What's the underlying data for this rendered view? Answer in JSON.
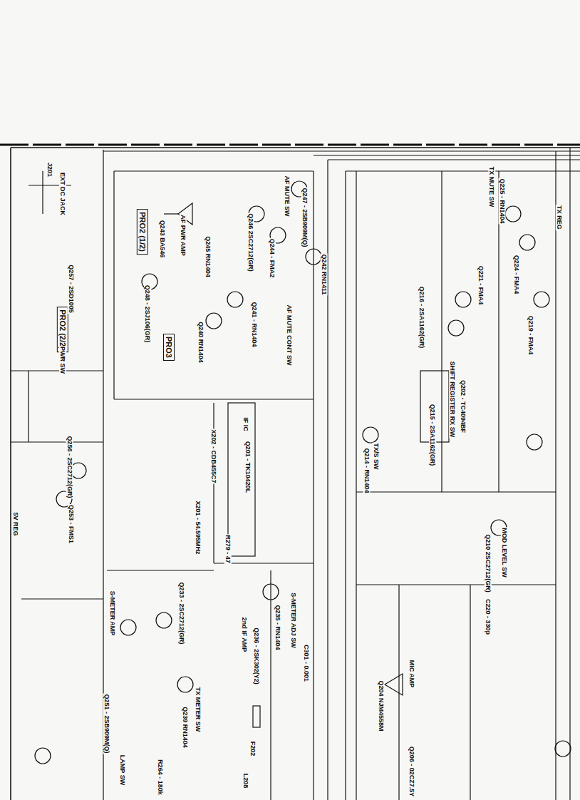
{
  "diagram": {
    "nodes": [
      {
        "text": [
          "PRO2 (1/2)"
        ]
      },
      {
        "text": [
          "PRO3"
        ]
      },
      {
        "text": [
          "PRO2 (2/2)"
        ]
      }
    ],
    "labels": [
      "EXT DC JACK",
      "J201",
      "AF MUTE SW",
      "Q247 - 2SB909M(Q)",
      "Q246 2SC2712(GR)",
      "Q244 - FMA2",
      "AF PWR AMP",
      "Q243 BA546",
      "Q245 RN1404",
      "Q248 - 2SJ106(GR)",
      "PWR SW",
      "Q242 RN1411",
      "Q241 - RN1404",
      "Q240 RN1404",
      "AF MUTE CONT SW",
      "Q257 - 2SD1005",
      "Q256 - 2SC2712(GR)",
      "5V REG",
      "Q253 - FMS1",
      "Q201 - TK10420L",
      "IF IC",
      "X202 - CDB455C7",
      "X201 - 54.595MHz",
      "S-METER AMP",
      "Q233 - 2SC2712(GR)",
      "S-METER ADJ SW",
      "Q235 - RN1404",
      "2nd IF AMP",
      "Q236 - 2SK302(Y2)",
      "TX METER SW",
      "Q239 RN1404",
      "Q251 - 2SB909M(Q)",
      "LAMP SW",
      "TX MUTE SW",
      "Q225 - RN1404",
      "Q224 - FMA4",
      "TX REG",
      "Q221 - FMA4",
      "Q219 - FMA4",
      "Q216 - 2SA1162(GR)",
      "SHIFT REGISTER RX SW",
      "Q202 - TC4094BF",
      "Q215 - 2SA1162(GR)",
      "TX/S SW",
      "Q214 - RN1404",
      "MOD LEVEL SW",
      "Q210 2SC2712(GR)",
      "C220 - 330p",
      "MIC AMP",
      "Q204 NJM4558M",
      "Q206 - 02CZ7.5Y",
      "F202",
      "R264 - 180k",
      "R279 - 47",
      "C301 - 0.001",
      "L208"
    ]
  }
}
